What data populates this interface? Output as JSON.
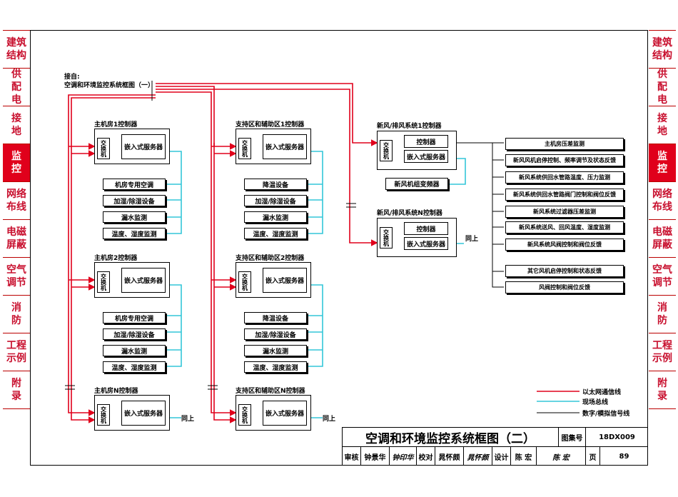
{
  "left_tabs": [
    "建筑\n结构",
    "供\n配\n电",
    "接\n地",
    "监\n控",
    "网络\n布线",
    "电磁\n屏蔽",
    "空气\n调节",
    "消\n防",
    "工程\n示例",
    "附\n录"
  ],
  "right_tabs": [
    "建筑\n结构",
    "供\n配\n电",
    "接\n地",
    "监\n控",
    "网络\n布线",
    "电磁\n屏蔽",
    "空气\n调节",
    "消\n防",
    "工程\n示例",
    "附\n录"
  ],
  "active_tab_index": 3,
  "source_label": {
    "line1": "接自:",
    "line2": "空调和环境监控系统框图（一）"
  },
  "groups": [
    {
      "title": "主机房1控制器",
      "switch": "交换机",
      "server": "嵌入式服务器",
      "items": [
        "机房专用空调",
        "加湿/除湿设备",
        "漏水监测",
        "温度、湿度监测"
      ]
    },
    {
      "title": "支持区和辅助区1控制器",
      "switch": "交换机",
      "server": "嵌入式服务器",
      "items": [
        "降温设备",
        "加湿/除湿设备",
        "漏水监测",
        "温度、湿度监测"
      ]
    },
    {
      "title": "主机房2控制器",
      "switch": "交换机",
      "server": "嵌入式服务器",
      "items": [
        "机房专用空调",
        "加湿/除湿设备",
        "漏水监测",
        "温度、湿度监测"
      ]
    },
    {
      "title": "支持区和辅助区2控制器",
      "switch": "交换机",
      "server": "嵌入式服务器",
      "items": [
        "降温设备",
        "加湿/除湿设备",
        "漏水监测",
        "温度、湿度监测"
      ]
    },
    {
      "title": "主机房N控制器",
      "switch": "交换机",
      "server": "嵌入式服务器",
      "same": "同上"
    },
    {
      "title": "支持区和辅助区N控制器",
      "switch": "交换机",
      "server": "嵌入式服务器",
      "same": "同上"
    }
  ],
  "fresh_air": [
    {
      "title": "新风/排风系统1控制器",
      "switch": "交换机",
      "controller": "控制器",
      "server": "嵌入式服务器",
      "vfd": "新风机组变频器"
    },
    {
      "title": "新风/排风系统N控制器",
      "switch": "交换机",
      "controller": "控制器",
      "server": "嵌入式服务器",
      "same": "同上"
    }
  ],
  "monitor_items": [
    "主机房压差监测",
    "新风风机启停控制、频率调节及状态反馈",
    "新风系统供回水管路温度、压力监测",
    "新风系统供回水管路阀门控制和阀位反馈",
    "新风系统过滤器压差监测",
    "新风系统送风、回风温度、湿度监测",
    "新风系统风阀控制和阀位反馈",
    "其它风机启停控制和状态反馈",
    "风阀控制和阀位反馈"
  ],
  "legend": [
    {
      "label": "以太网通信线",
      "color": "#e0001b"
    },
    {
      "label": "现场总线",
      "color": "#33c6d8"
    },
    {
      "label": "数字/模拟信号线",
      "color": "#000000"
    }
  ],
  "title_block": {
    "title": "空调和环境监控系统框图（二）",
    "atlas_label": "图集号",
    "atlas_no": "18DX009",
    "page_label": "页",
    "page_no": "89",
    "review_label": "审核",
    "reviewer": "钟景华",
    "review_sign": "钟印华",
    "check_label": "校对",
    "checker": "晁怀颇",
    "check_sign": "晁怀颇",
    "design_label": "设计",
    "designer": "陈 宏",
    "design_sign": "陈 宏"
  },
  "colors": {
    "ethernet": "#e0001b",
    "fieldbus": "#33c6d8",
    "tab": "#c8102e"
  }
}
